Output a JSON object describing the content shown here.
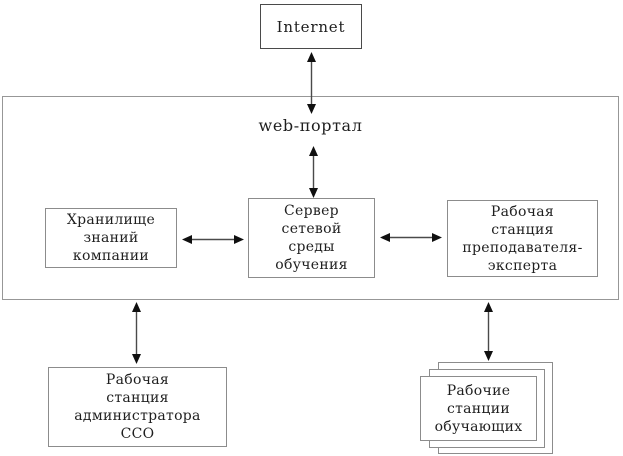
{
  "diagram": {
    "title_hint": "network learning environment architecture",
    "internet": {
      "label": "Internet"
    },
    "portal": {
      "label": "web-портал"
    },
    "nodes": {
      "knowledge_store": {
        "label": [
          "Хранилище",
          "знаний",
          "компании"
        ]
      },
      "learning_server": {
        "label": [
          "Сервер",
          "сетевой",
          "среды",
          "обучения"
        ]
      },
      "expert_workstation": {
        "label": [
          "Рабочая",
          "станция",
          "преподавателя-",
          "эксперта"
        ]
      },
      "admin_workstation": {
        "label": [
          "Рабочая",
          "станция",
          "администратора",
          "ССО"
        ]
      },
      "learner_workstations": {
        "label": [
          "Рабочие",
          "станции",
          "обучающих"
        ]
      }
    },
    "connections": [
      "Internet <-> web-портал",
      "web-портал <-> Сервер сетевой среды обучения",
      "Хранилище знаний компании <-> Сервер сетевой среды обучения",
      "Сервер сетевой среды обучения <-> Рабочая станция преподавателя-эксперта",
      "web-портал зона <-> Рабочая станция администратора ССО",
      "web-портал зона <-> Рабочие станции обучающих"
    ],
    "colors": {
      "background": "#ffffff",
      "box_border": "#8c8c8c",
      "internet_border": "#4a4a4a",
      "boundary_border": "#979797",
      "arrow_stem": "#4a4a4a",
      "arrow_head": "#101010",
      "text": "#1f1f1f"
    }
  }
}
